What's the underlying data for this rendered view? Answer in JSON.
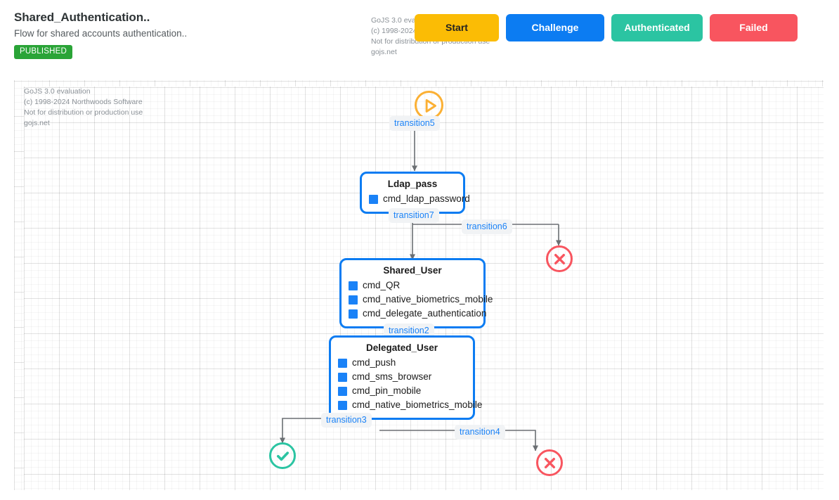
{
  "header": {
    "title": "Shared_Authentication..",
    "subtitle": "Flow for shared accounts authentication..",
    "status_badge": "PUBLISHED"
  },
  "watermark": {
    "line1": "GoJS 3.0 evaluation",
    "line2": "(c) 1998-2024 Northwoods Software",
    "line3": "Not for distribution or production use",
    "line4": "gojs.net"
  },
  "legend": {
    "buttons": [
      {
        "label": "Start",
        "color": "#fbbc05",
        "text_color": "#222222"
      },
      {
        "label": "Challenge",
        "color": "#0c7cf2",
        "text_color": "#ffffff"
      },
      {
        "label": "Authenticated",
        "color": "#2bc4a2",
        "text_color": "#ffffff"
      },
      {
        "label": "Failed",
        "color": "#f8555f",
        "text_color": "#ffffff"
      }
    ]
  },
  "diagram": {
    "start_node": {
      "icon": "play-circle-icon",
      "color": "#fbb034"
    },
    "nodes": [
      {
        "id": "ldap_pass",
        "title": "Ldap_pass",
        "commands": [
          "cmd_ldap_password"
        ]
      },
      {
        "id": "shared_user",
        "title": "Shared_User",
        "commands": [
          "cmd_QR",
          "cmd_native_biometrics_mobile",
          "cmd_delegate_authentication"
        ]
      },
      {
        "id": "delegated_user",
        "title": "Delegated_User",
        "commands": [
          "cmd_push",
          "cmd_sms_browser",
          "cmd_pin_mobile",
          "cmd_native_biometrics_mobile"
        ]
      }
    ],
    "transitions": [
      {
        "id": "t5",
        "label": "transition5"
      },
      {
        "id": "t7",
        "label": "transition7"
      },
      {
        "id": "t6",
        "label": "transition6"
      },
      {
        "id": "t2",
        "label": "transition2"
      },
      {
        "id": "t3",
        "label": "transition3"
      },
      {
        "id": "t4",
        "label": "transition4"
      }
    ],
    "terminals": [
      {
        "id": "fail_top",
        "icon": "x-circle-icon",
        "color": "#f8555f"
      },
      {
        "id": "success",
        "icon": "check-circle-icon",
        "color": "#2bc4a2"
      },
      {
        "id": "fail_bottom",
        "icon": "x-circle-icon",
        "color": "#f8555f"
      }
    ]
  }
}
